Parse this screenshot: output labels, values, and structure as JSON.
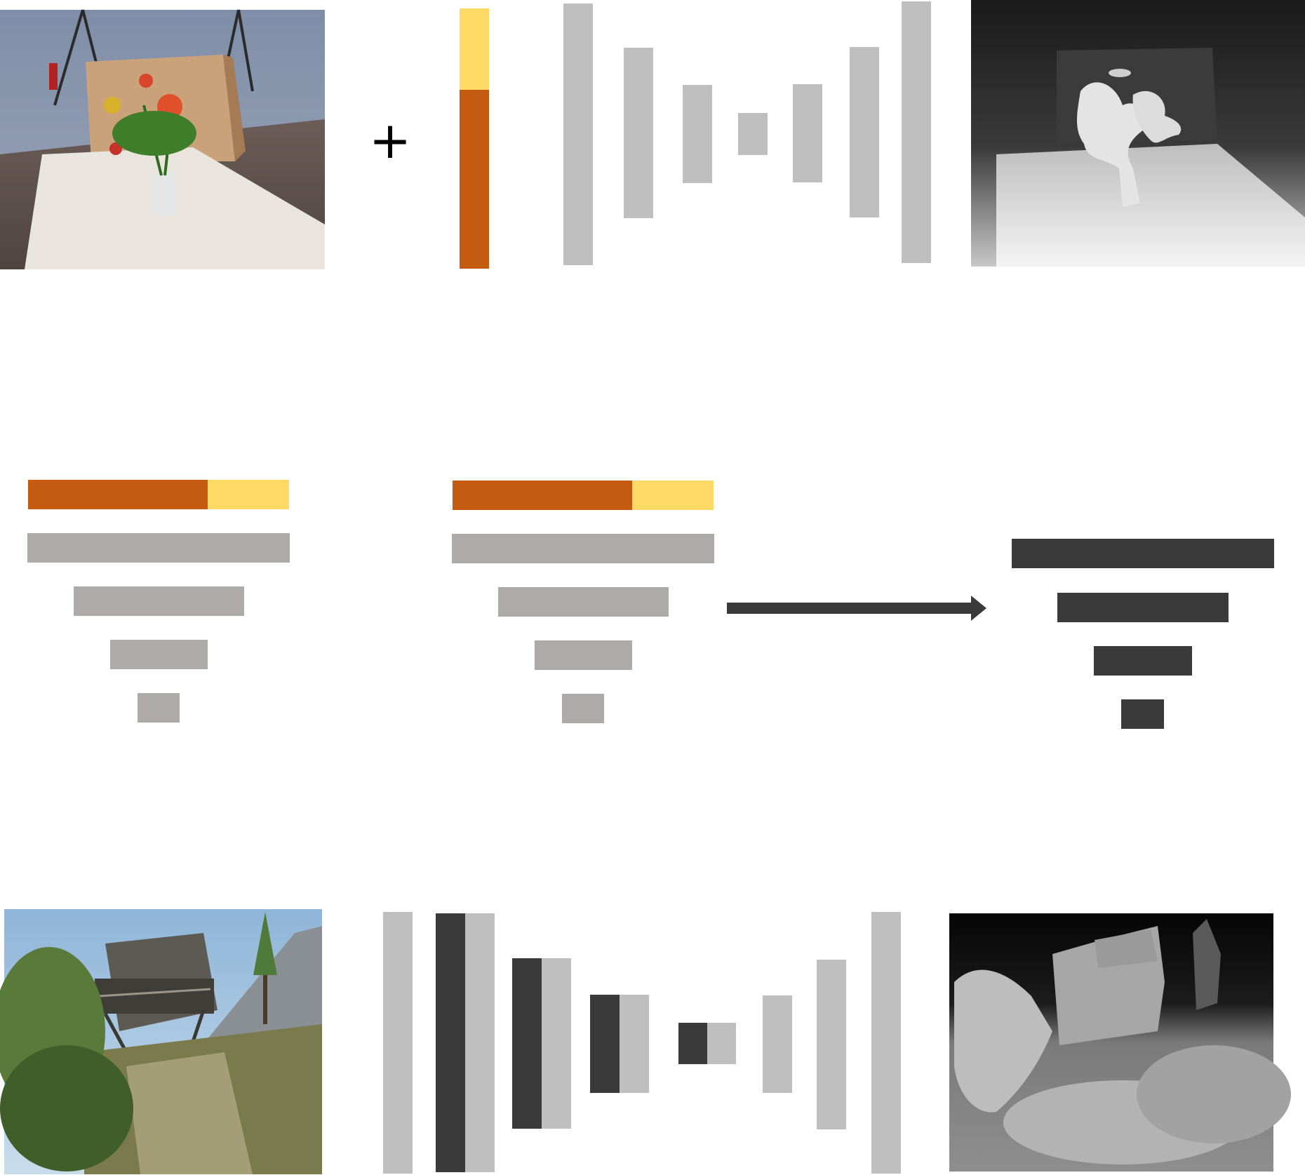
{
  "colors": {
    "depth_channel": "#C55A11",
    "extra_channel": "#FFD966",
    "conv_block": "#BFBFBF",
    "encoder_feature": "#AEAAAA",
    "target_feature": "#3A3A3A",
    "arrow": "#3A3A3A"
  },
  "top_row": {
    "input_photo_icon": "indoor-scene-photo",
    "plus_symbol": "+",
    "output_depth_icon": "depth-map-grayscale"
  },
  "middle_row": {
    "arrow_icon": "right-arrow"
  },
  "bottom_row": {
    "input_photo_icon": "outdoor-scene-photo",
    "output_depth_icon": "depth-map-grayscale"
  }
}
